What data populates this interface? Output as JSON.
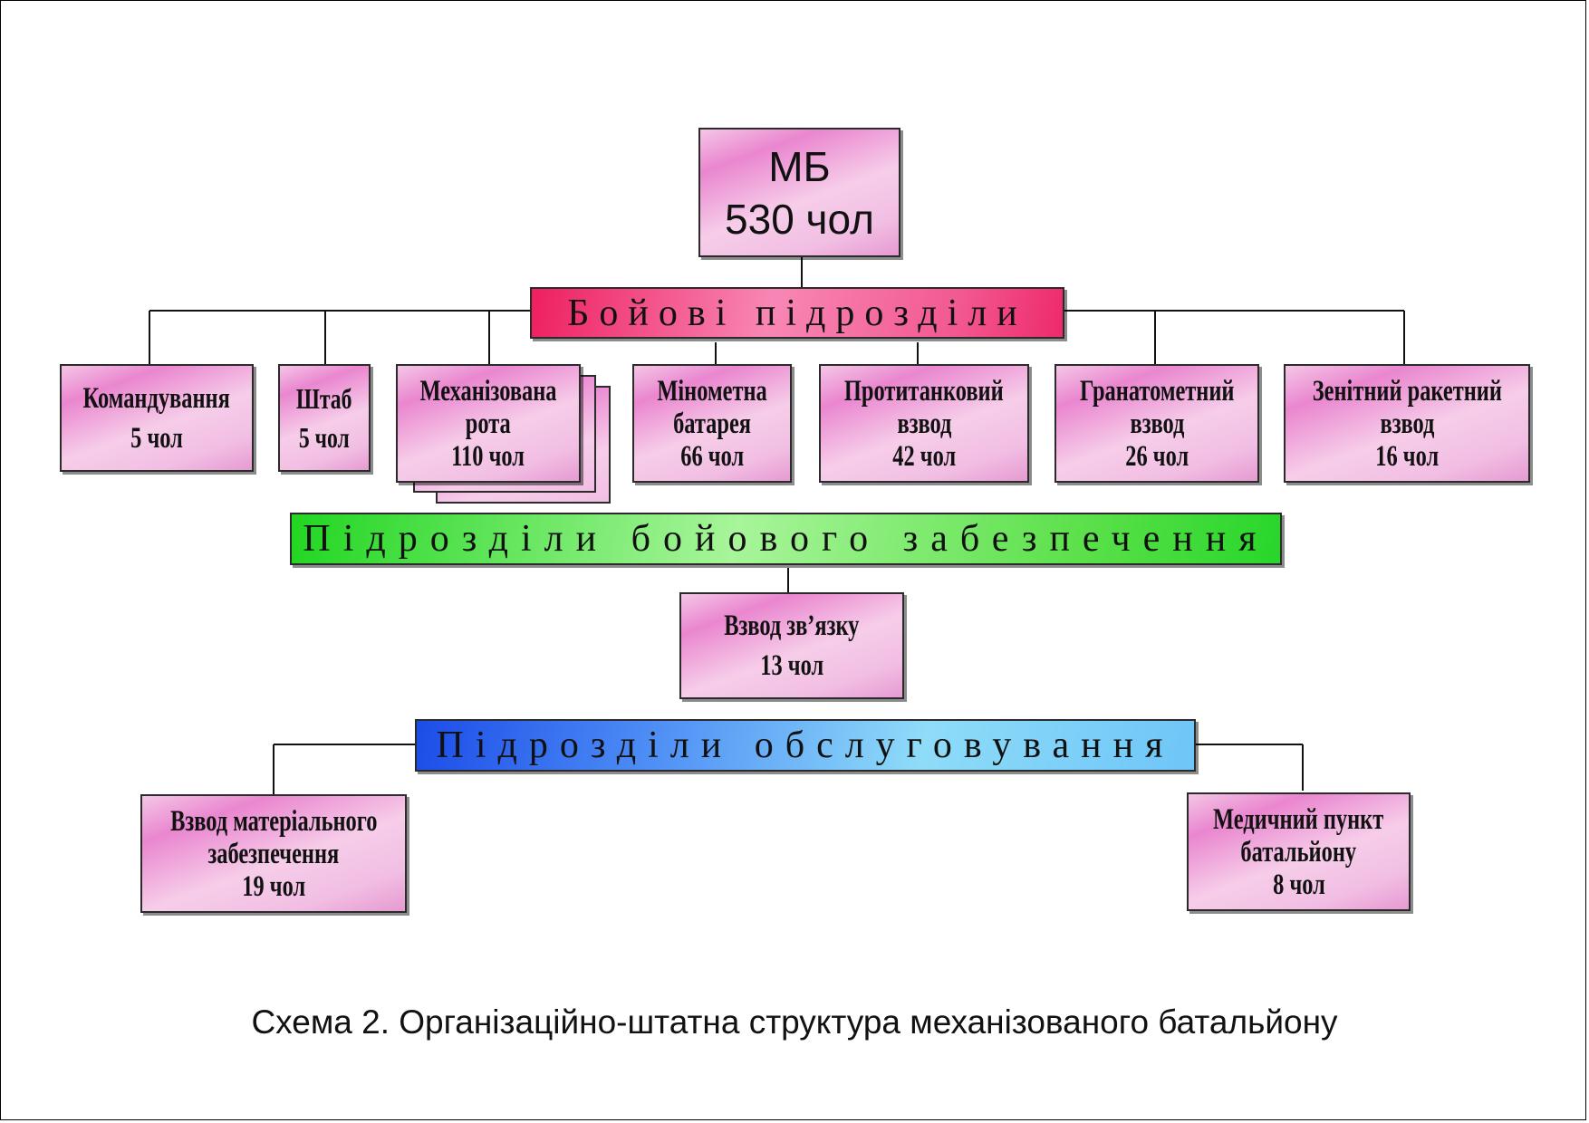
{
  "root": {
    "line1": "МБ",
    "line2": "530 чол"
  },
  "bands": {
    "combat": "Бойові   підрозділи",
    "support": "Підрозділи   бойового   забезпечення",
    "service": "Підрозділи   обслуговування"
  },
  "units": {
    "command": {
      "line1": "Командування",
      "line2": "5 чол"
    },
    "staff": {
      "line1": "Штаб",
      "line2": "5 чол"
    },
    "mech_company": {
      "line1": "Механізована",
      "line2": "рота",
      "line3": "110 чол"
    },
    "mortar": {
      "line1": "Мінометна",
      "line2": "батарея",
      "line3": "66 чол"
    },
    "antitank": {
      "line1": "Протитанковий",
      "line2": "взвод",
      "line3": "42 чол"
    },
    "grenade": {
      "line1": "Гранатометний",
      "line2": "взвод",
      "line3": "26 чол"
    },
    "aa": {
      "line1": "Зенітний ракетний",
      "line2": "взвод",
      "line3": "16 чол"
    },
    "signal": {
      "line1": "Взвод зв’язку",
      "line2": "13 чол"
    },
    "supply": {
      "line1": "Взвод матеріального",
      "line2": "забезпечення",
      "line3": "19 чол"
    },
    "medical": {
      "line1": "Медичний пункт",
      "line2": "батальйону",
      "line3": "8 чол"
    }
  },
  "caption": "Схема 2. Організаційно-штатна структура механізованого батальйону"
}
